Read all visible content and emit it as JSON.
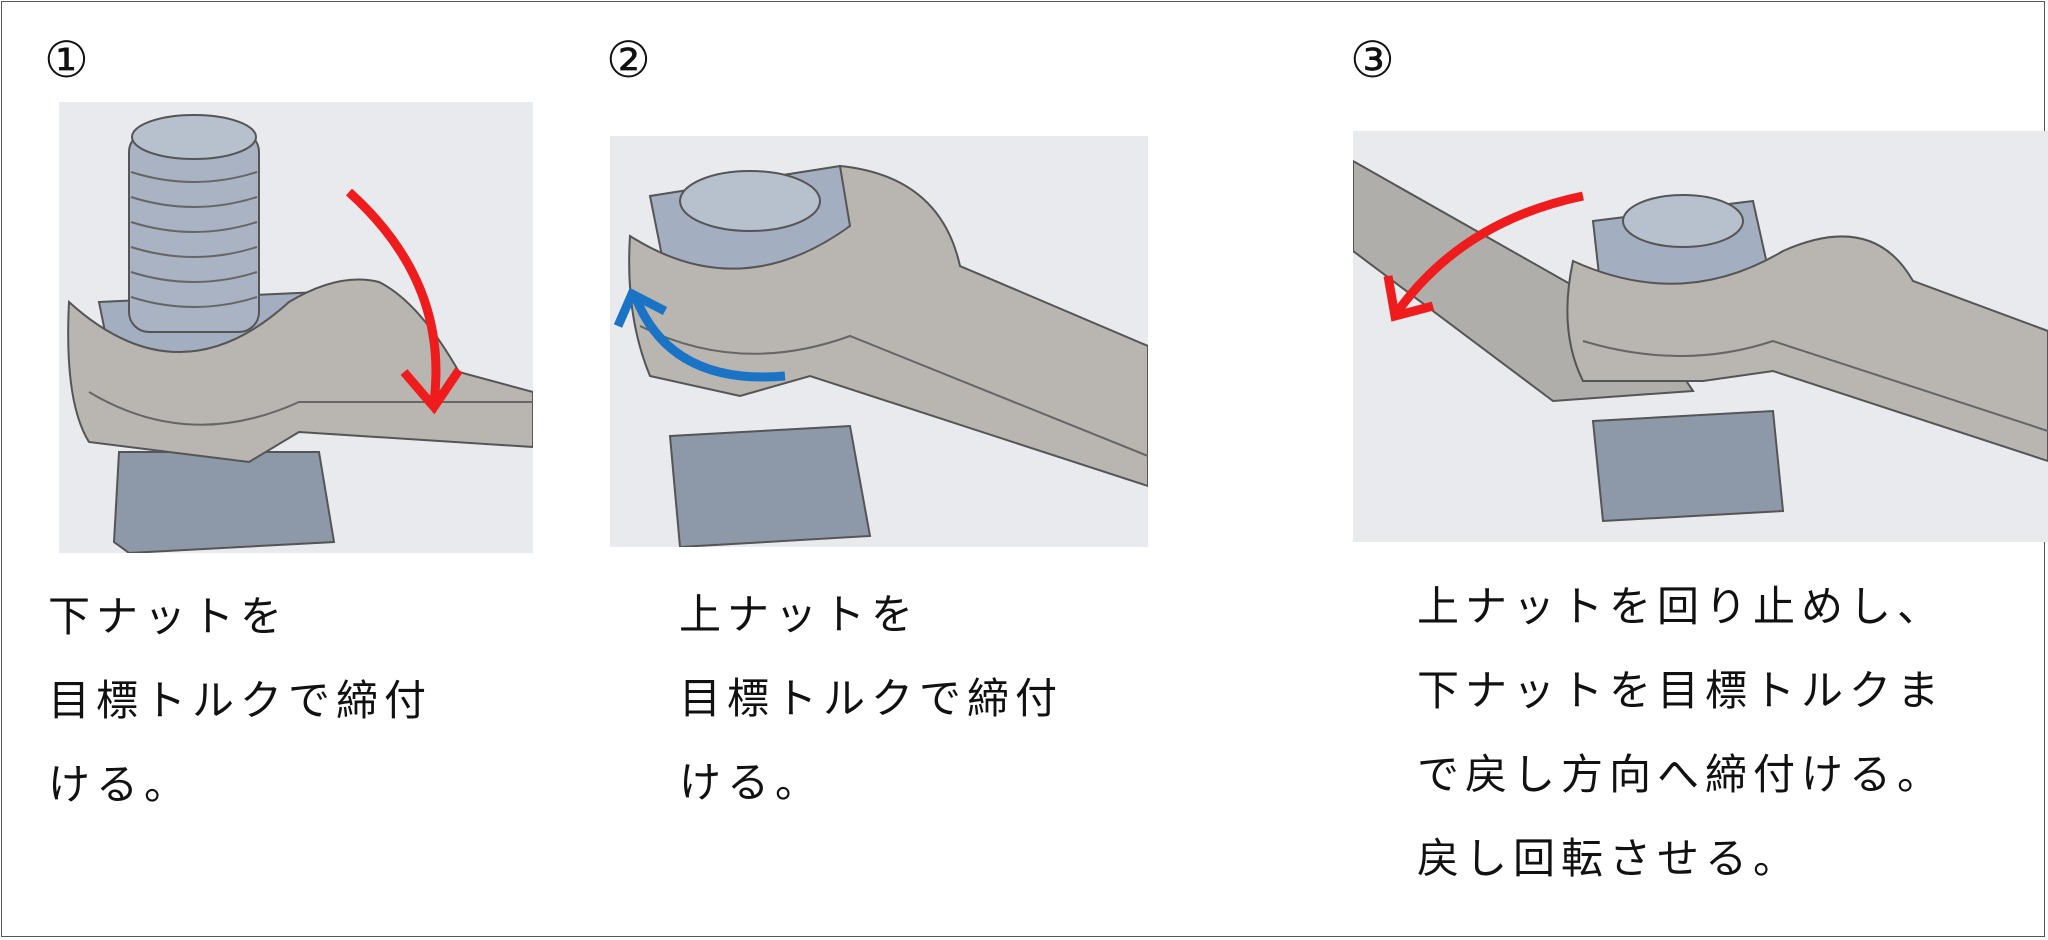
{
  "steps": [
    {
      "number": "①",
      "lines": [
        "下ナットを",
        "目標トルクで締付",
        "ける。"
      ],
      "arrow_color": "#ee1c1c"
    },
    {
      "number": "②",
      "lines": [
        "上ナットを",
        "目標トルクで締付",
        "ける。"
      ],
      "arrow_color": "#1a73c4"
    },
    {
      "number": "③",
      "lines": [
        "上ナットを回り止めし、",
        "下ナットを目標トルクま",
        "で戻し方向へ締付ける。",
        "戻し回転させる。"
      ],
      "arrow_color": "#ee1c1c"
    }
  ]
}
